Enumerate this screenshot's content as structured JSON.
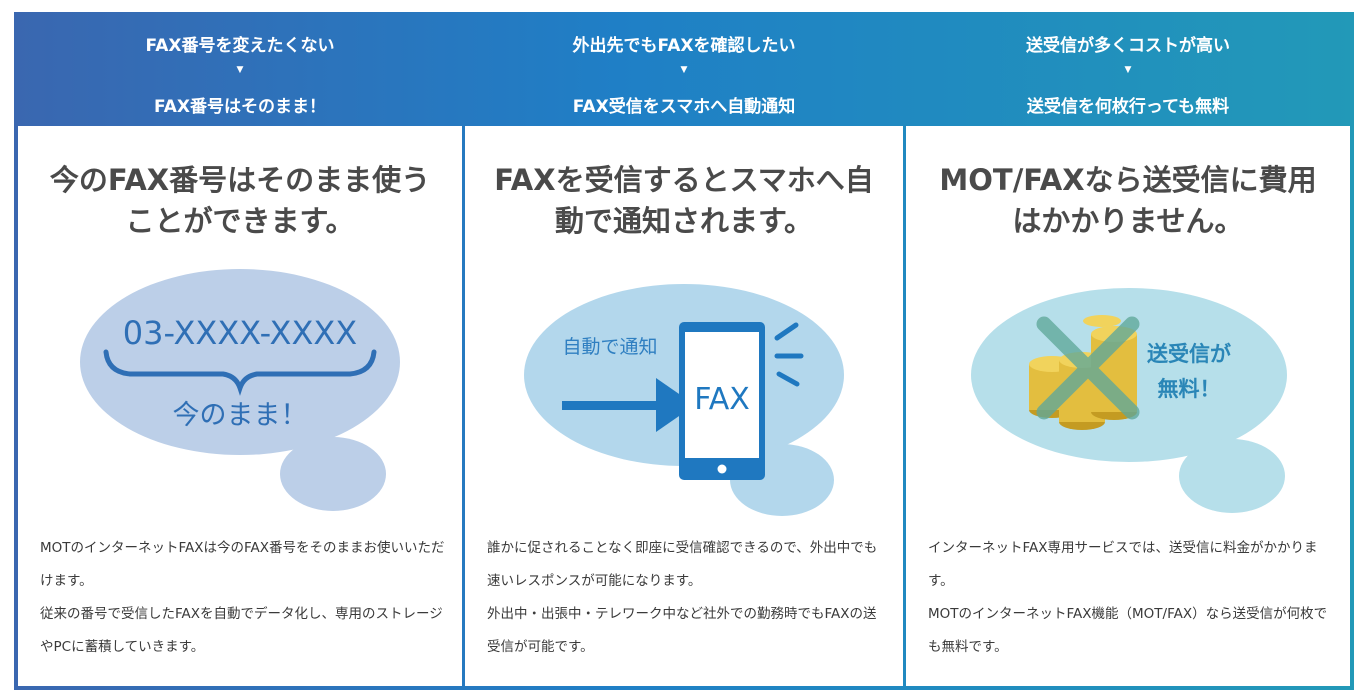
{
  "columns": [
    {
      "problem": "FAX番号を変えたくない",
      "arrow": "▼",
      "solution": "FAX番号はそのまま！",
      "title": "今のFAX番号はそのまま使うことができます。",
      "bubble": {
        "number": "03-XXXX-XXXX",
        "caption": "今のまま！"
      },
      "body": [
        "MOTのインターネットFAXは今のFAX番号をそのままお使いいただけます。",
        "従来の番号で受信したFAXを自動でデータ化し、専用のストレージやPCに蓄積していきます。"
      ]
    },
    {
      "problem": "外出先でもFAXを確認したい",
      "arrow": "▼",
      "solution": "FAX受信をスマホへ自動通知",
      "title": "FAXを受信するとスマホへ自動で通知されます。",
      "bubble": {
        "label": "自動で通知",
        "phone_text": "FAX"
      },
      "body": [
        "誰かに促されることなく即座に受信確認できるので、外出中でも速いレスポンスが可能になります。",
        "外出中・出張中・テレワーク中など社外での勤務時でもFAXの送受信が可能です。"
      ]
    },
    {
      "problem": "送受信が多くコストが高い",
      "arrow": "▼",
      "solution": "送受信を何枚行っても無料",
      "title": "MOT/FAXなら送受信に費用はかかりません。",
      "bubble": {
        "line1": "送受信が",
        "line2": "無料！"
      },
      "body": [
        "インターネットFAX専用サービスでは、送受信に料金がかかります。",
        "MOTのインターネットFAX機能（MOT/FAX）なら送受信が何枚でも無料です。"
      ]
    }
  ],
  "colors": {
    "bubble1": "#bccfe8",
    "bubble2": "#b3d7ec",
    "bubble3": "#b6dfea",
    "accent": "#2f7fc1",
    "coin": "#e3be3f"
  }
}
